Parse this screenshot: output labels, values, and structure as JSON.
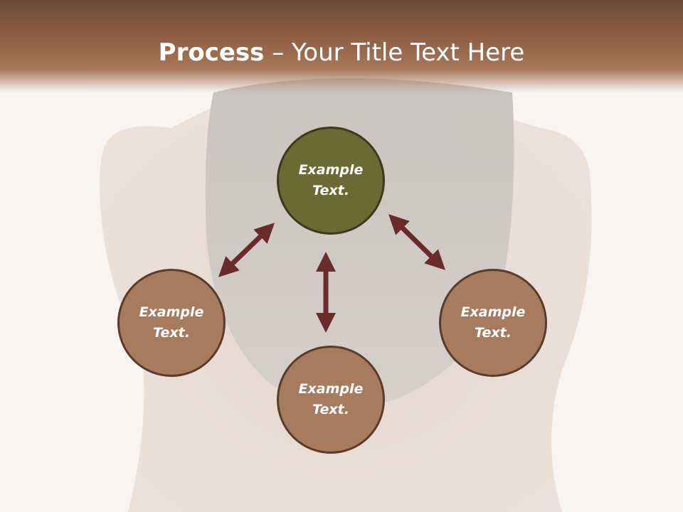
{
  "slide": {
    "title_bold": "Process",
    "title_separator": " – ",
    "title_rest": "Your Title Text Here"
  },
  "nodes": {
    "top": {
      "text": "Example Text."
    },
    "left": {
      "text": "Example Text."
    },
    "bottom": {
      "text": "Example Text."
    },
    "right": {
      "text": "Example Text."
    }
  },
  "colors": {
    "title_bar": "#8f5f44",
    "center_node": "#6b6a35",
    "outer_node": "#a77b5e",
    "arrow": "#6b2b2b"
  }
}
